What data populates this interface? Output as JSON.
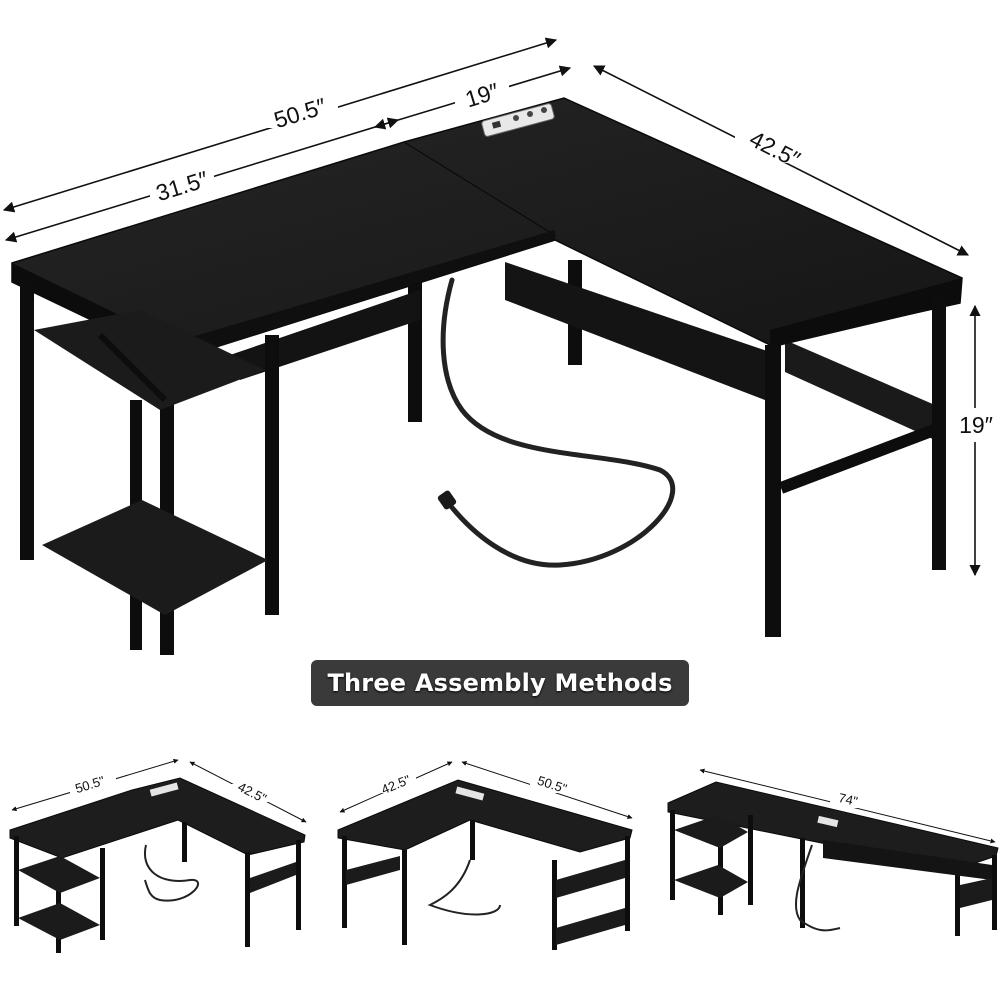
{
  "main_view": {
    "dimensions": {
      "overall_length": "50.5″",
      "left_section": "31.5″",
      "right_section_width": "19″",
      "return_length": "42.5″",
      "height": "19″"
    }
  },
  "banner": {
    "label": "Three Assembly Methods"
  },
  "methods": [
    {
      "dims": [
        "50.5\"",
        "42.5\""
      ]
    },
    {
      "dims": [
        "42.5\"",
        "50.5\""
      ]
    },
    {
      "dims": [
        "74\""
      ]
    }
  ],
  "colors": {
    "desk_top": "#1f1f1f",
    "desk_edge": "#111111",
    "frame": "#0d0d0d",
    "banner_bg": "#3a3a3a",
    "dimension_lines": "#111111"
  }
}
